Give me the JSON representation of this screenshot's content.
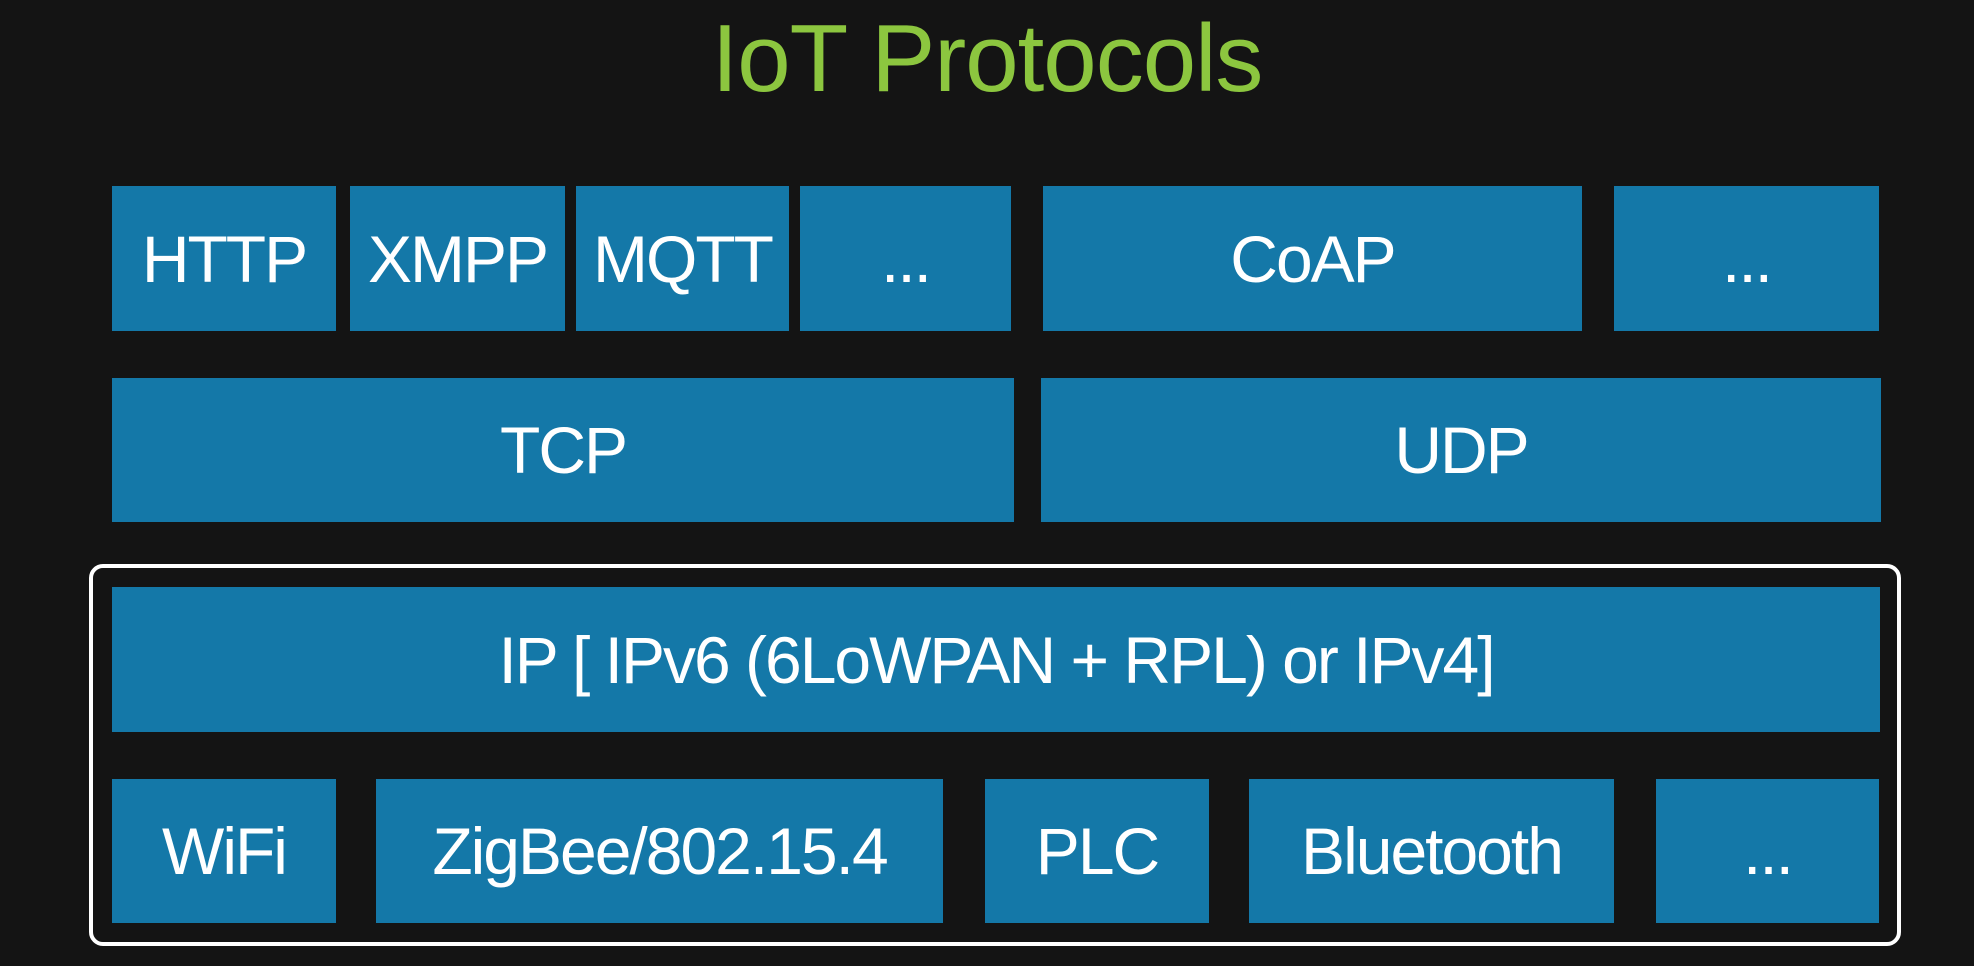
{
  "title": "IoT Protocols",
  "colors": {
    "background": "#141414",
    "title": "#8cc63f",
    "box_fill": "#1478a8",
    "box_text": "#ffffff",
    "frame": "#ffffff"
  },
  "application_layer": {
    "http": "HTTP",
    "xmpp": "XMPP",
    "mqtt": "MQTT",
    "tcp_more": "...",
    "coap": "CoAP",
    "udp_more": "..."
  },
  "transport_layer": {
    "tcp": "TCP",
    "udp": "UDP"
  },
  "network_layer": {
    "ip": "IP [ IPv6 (6LoWPAN + RPL) or IPv4]"
  },
  "link_layer": {
    "wifi": "WiFi",
    "zigbee": "ZigBee/802.15.4",
    "plc": "PLC",
    "bluetooth": "Bluetooth",
    "more": "..."
  }
}
